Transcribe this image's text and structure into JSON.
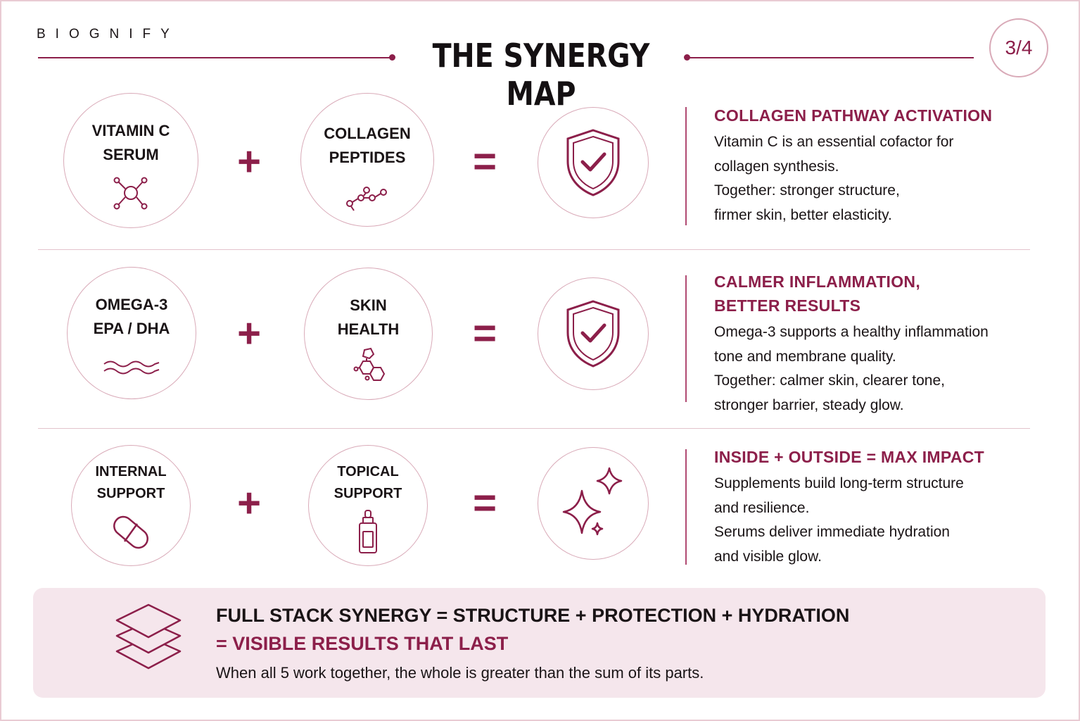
{
  "brand": "BIOGNIFY",
  "title": "THE SYNERGY MAP",
  "page_indicator": "3/4",
  "rows": [
    {
      "left_label": [
        "VITAMIN C",
        "SERUM"
      ],
      "left_icon": "molecule-icon",
      "plus": "+",
      "right_label": [
        "COLLAGEN",
        "PEPTIDES"
      ],
      "right_icon": "peptide-chain-icon",
      "equals": "=",
      "result_icon": "shield-check-icon",
      "heading": [
        "COLLAGEN PATHWAY ACTIVATION"
      ],
      "body": [
        "Vitamin C is an essential cofactor for",
        "collagen synthesis.",
        "Together: stronger structure,",
        "firmer skin, better elasticity."
      ]
    },
    {
      "left_label": [
        "OMEGA-3",
        "EPA / DHA"
      ],
      "left_icon": "wave-icon",
      "plus": "+",
      "right_label": [
        "SKIN",
        "HEALTH"
      ],
      "right_icon": "hexagon-structure-icon",
      "equals": "=",
      "result_icon": "shield-check-icon",
      "heading": [
        "CALMER INFLAMMATION,",
        "BETTER RESULTS"
      ],
      "body": [
        "Omega-3 supports a healthy inflammation",
        "tone and membrane quality.",
        "Together: calmer skin, clearer tone,",
        "stronger barrier, steady glow."
      ]
    },
    {
      "left_label": [
        "INTERNAL",
        "SUPPORT"
      ],
      "left_icon": "capsule-icon",
      "plus": "+",
      "right_label": [
        "TOPICAL",
        "SUPPORT"
      ],
      "right_icon": "dropper-bottle-icon",
      "equals": "=",
      "result_icon": "sparkles-icon",
      "heading": [
        "INSIDE + OUTSIDE = MAX IMPACT"
      ],
      "body": [
        "Supplements build long-term structure",
        "and resilience.",
        "Serums deliver immediate hydration",
        "and visible glow."
      ]
    }
  ],
  "banner": {
    "icon": "layers-icon",
    "line1": "FULL STACK SYNERGY = STRUCTURE + PROTECTION + HYDRATION",
    "line2": "= VISIBLE RESULTS THAT LAST",
    "line3": "When all 5 work together, the whole is greater than the sum of its parts."
  },
  "colors": {
    "accent": "#8c1f4a",
    "circle_border": "#d9aab8",
    "banner_bg": "#f5e6ec"
  }
}
